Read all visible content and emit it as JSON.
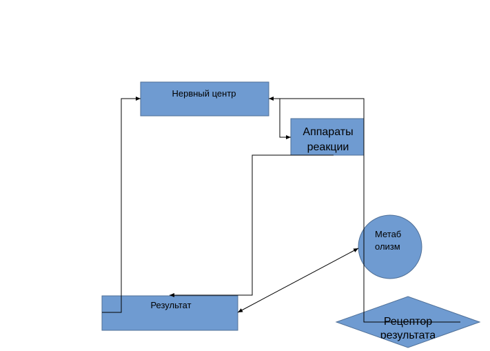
{
  "diagram": {
    "colors": {
      "node_fill": "#6f9bd1",
      "node_stroke": "#4f6f96",
      "connector": "#000000",
      "background": "#ffffff"
    },
    "nodes": {
      "nerve_center": {
        "label": "Нервный центр",
        "shape": "rectangle"
      },
      "reaction_apparatus": {
        "label_line1": "Аппараты",
        "label_line2": "реакции",
        "shape": "rectangle"
      },
      "metabolism": {
        "label_line1": "Метаб",
        "label_line2": "олизм",
        "shape": "circle"
      },
      "result": {
        "label": "Результат",
        "shape": "rectangle"
      },
      "result_receptor": {
        "label_line1": "Рецептор",
        "label_line2": "результата",
        "shape": "diamond"
      }
    }
  }
}
